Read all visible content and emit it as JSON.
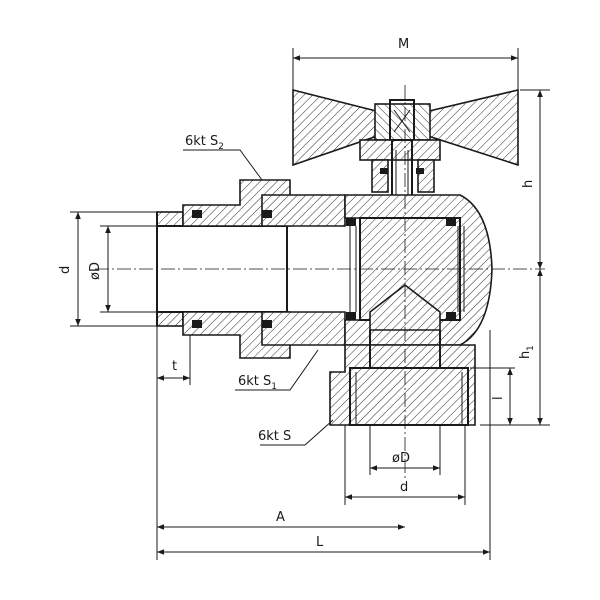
{
  "drawing": {
    "labels": {
      "M": "M",
      "h": "h",
      "h1_main": "h",
      "h1_sub": "1",
      "d_left": "d",
      "phiD_left": "øD",
      "t": "t",
      "l": "l",
      "phiD_bottom": "øD",
      "d_bottom": "d",
      "A": "A",
      "L": "L",
      "S2_main": "6kt S",
      "S2_sub": "2",
      "S1_main": "6kt S",
      "S1_sub": "1",
      "S": "6kt S"
    }
  }
}
